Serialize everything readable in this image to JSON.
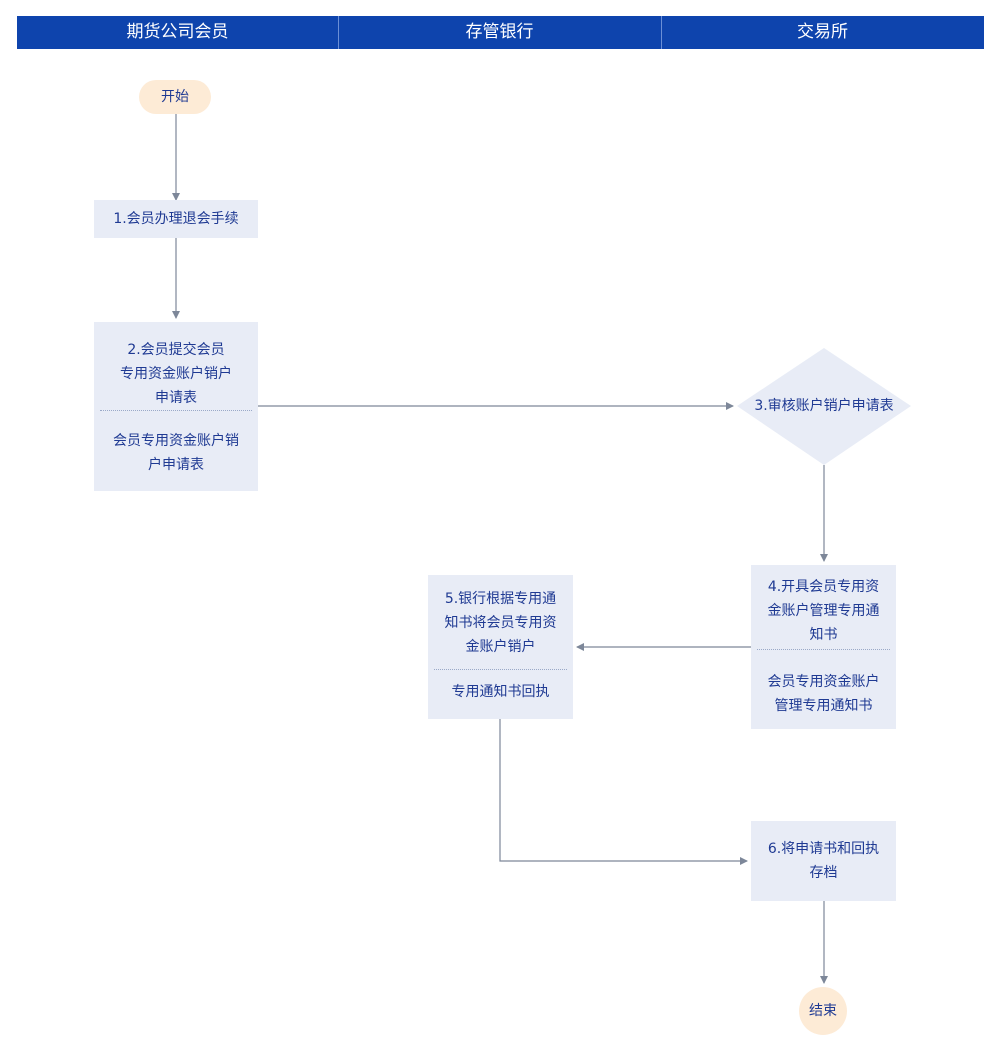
{
  "lanes": [
    "期货公司会员",
    "存管银行",
    "交易所"
  ],
  "start": "开始",
  "end": "结束",
  "steps": {
    "s1": {
      "title": "1.会员办理退会手续"
    },
    "s2": {
      "title": "2.会员提交会员\n专用资金账户销户\n申请表",
      "doc": "会员专用资金账户销\n户申请表"
    },
    "s3": {
      "title": "3.审核账户销户申请表"
    },
    "s4": {
      "title": "4.开具会员专用资\n金账户管理专用通\n知书",
      "doc": "会员专用资金账户\n管理专用通知书"
    },
    "s5": {
      "title": "5.银行根据专用通\n知书将会员专用资\n金账户销户",
      "doc": "专用通知书回执"
    },
    "s6": {
      "title": "6.将申请书和回执\n存档"
    }
  },
  "colors": {
    "header": "#0e44ad",
    "node_fill": "#e8ecf6",
    "terminal_fill": "#fdebd6",
    "text": "#1f3a93",
    "edge": "#7d8799"
  }
}
